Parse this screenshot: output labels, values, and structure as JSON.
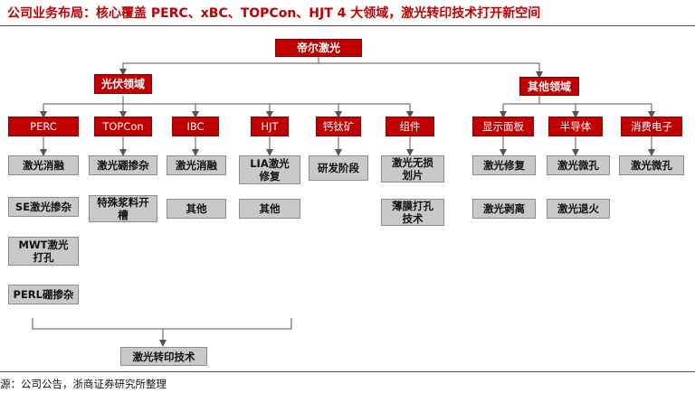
{
  "title": "公司业务布局：核心覆盖 PERC、xBC、TOPCon、HJT 4 大领域，激光转印技术打开新空间",
  "root": "帝尔激光",
  "branches": {
    "pv": "光伏领域",
    "other": "其他领域"
  },
  "pv_categories": [
    {
      "label": "PERC",
      "items": [
        "激光消融",
        "SE激光掺杂",
        "MWT激光打孔",
        "PERL硼掺杂"
      ]
    },
    {
      "label": "TOPCon",
      "items": [
        "激光硼掺杂",
        "特殊浆料开槽"
      ]
    },
    {
      "label": "IBC",
      "items": [
        "激光消融",
        "其他"
      ]
    },
    {
      "label": "HJT",
      "items": [
        "LIA激光修复",
        "其他"
      ]
    },
    {
      "label": "钙钛矿",
      "items": [
        "研发阶段"
      ]
    },
    {
      "label": "组件",
      "items": [
        "激光无损划片",
        "薄膜打孔技术"
      ]
    }
  ],
  "other_categories": [
    {
      "label": "显示面板",
      "items": [
        "激光修复",
        "激光剥离"
      ]
    },
    {
      "label": "半导体",
      "items": [
        "激光微孔",
        "激光退火"
      ]
    },
    {
      "label": "消费电子",
      "items": [
        "激光微孔"
      ]
    }
  ],
  "laser_transfer": "激光转印技术",
  "source": "源：公司公告，浙商证券研究所整理",
  "colors": {
    "red": "#c00000",
    "gray": "#c9c9c9",
    "line": "#555555"
  }
}
